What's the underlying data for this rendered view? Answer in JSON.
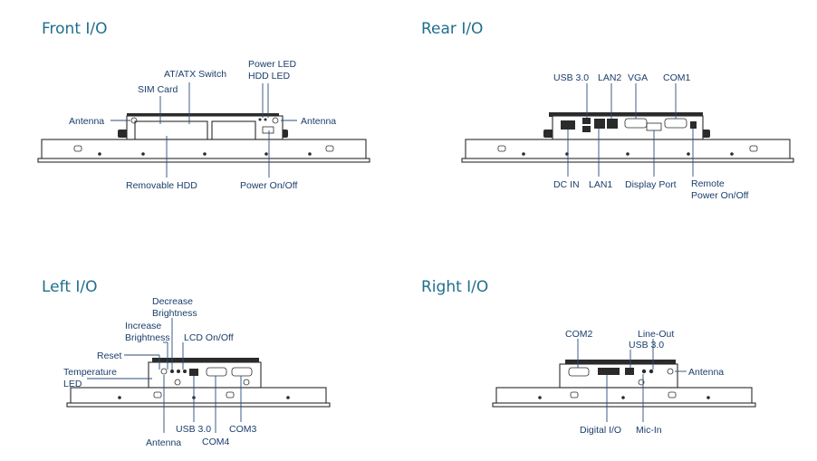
{
  "sections": {
    "front": {
      "title": "Front I/O",
      "labels": {
        "power_led": "Power LED",
        "hdd_led": "HDD LED",
        "at_atx": "AT/ATX Switch",
        "sim_card": "SIM Card",
        "antenna_left": "Antenna",
        "antenna_right": "Antenna",
        "removable_hdd": "Removable HDD",
        "power_on_off": "Power On/Off"
      }
    },
    "rear": {
      "title": "Rear I/O",
      "labels": {
        "usb30": "USB 3.0",
        "lan2": "LAN2",
        "vga": "VGA",
        "com1": "COM1",
        "dc_in": "DC IN",
        "lan1": "LAN1",
        "display_port": "Display Port",
        "remote_1": "Remote",
        "remote_2": "Power On/Off"
      }
    },
    "left": {
      "title": "Left I/O",
      "labels": {
        "decrease_1": "Decrease",
        "decrease_2": "Brightness",
        "increase_1": "Increase",
        "increase_2": "Brightness",
        "lcd_on_off": "LCD On/Off",
        "reset": "Reset",
        "temp_1": "Temperature",
        "temp_2": "LED",
        "usb30": "USB 3.0",
        "com3": "COM3",
        "antenna": "Antenna",
        "com4": "COM4"
      }
    },
    "right": {
      "title": "Right I/O",
      "labels": {
        "com2": "COM2",
        "usb30": "USB 3.0",
        "line_out": "Line-Out",
        "antenna": "Antenna",
        "digital_io": "Digital I/O",
        "mic_in": "Mic-In"
      }
    }
  },
  "colors": {
    "title": "#1f6f8c",
    "label": "#1a3d6b",
    "line": "#2a4c7a",
    "device": "#2b2b2b"
  }
}
